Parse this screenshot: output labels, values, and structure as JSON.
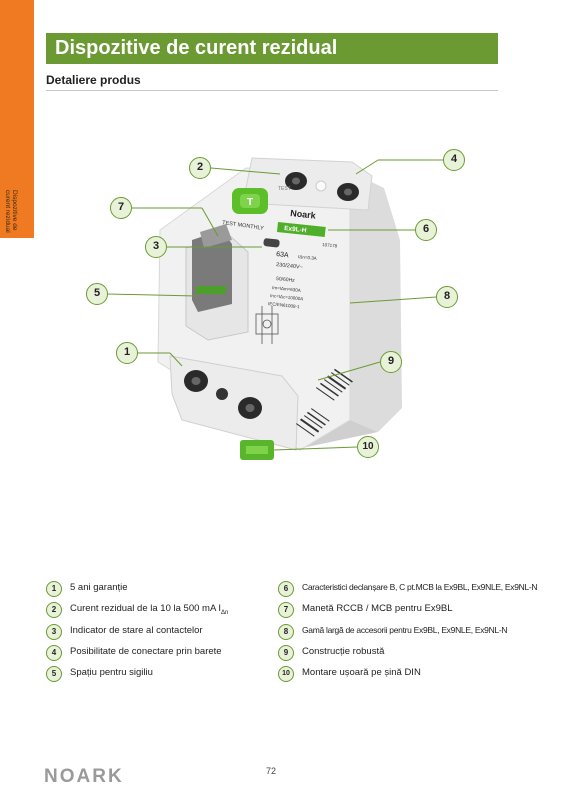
{
  "side_tab": {
    "text": "Dispozitive de curent rezidual"
  },
  "header": {
    "title": "Dispozitive de curent rezidual"
  },
  "section": {
    "title": "Detaliere produs"
  },
  "product": {
    "brand": "Noark",
    "model": "Ex9L-H",
    "test_label": "TEST",
    "monthly_label": "TEST MONTHLY",
    "rating": "63A",
    "sensitivity": "IΔn=0.3A",
    "voltage": "230/240V~",
    "code": "107178",
    "frequency": "50/60Hz",
    "spec1": "Im=IΔm=630A",
    "spec2": "Inc=IΔc=10000A",
    "standard": "IEC/EN61008-1"
  },
  "callouts": [
    {
      "num": "1"
    },
    {
      "num": "2"
    },
    {
      "num": "3"
    },
    {
      "num": "4"
    },
    {
      "num": "5"
    },
    {
      "num": "6"
    },
    {
      "num": "7"
    },
    {
      "num": "8"
    },
    {
      "num": "9"
    },
    {
      "num": "10"
    }
  ],
  "legend": [
    {
      "num": "1",
      "text": "5 ani garanție"
    },
    {
      "num": "2",
      "text": "Curent rezidual de la 10 la 500 mA I",
      "sub": "Δn"
    },
    {
      "num": "3",
      "text": "Indicator de stare al contactelor"
    },
    {
      "num": "4",
      "text": "Posibilitate de conectare prin barete"
    },
    {
      "num": "5",
      "text": "Spațiu pentru sigiliu"
    },
    {
      "num": "6",
      "text": "Caracteristici declanșare B, C pt.MCB la Ex9BL, Ex9NLE, Ex9NL-N"
    },
    {
      "num": "7",
      "text": "Manetă  RCCB / MCB pentru Ex9BL"
    },
    {
      "num": "8",
      "text": "Gamă largă de accesorii pentru Ex9BL, Ex9NLE, Ex9NL-N"
    },
    {
      "num": "9",
      "text": "Construcție robustă"
    },
    {
      "num": "10",
      "text": "Montare ușoară pe șină DIN"
    }
  ],
  "footer": {
    "logo": "NOARK",
    "page": "72"
  }
}
